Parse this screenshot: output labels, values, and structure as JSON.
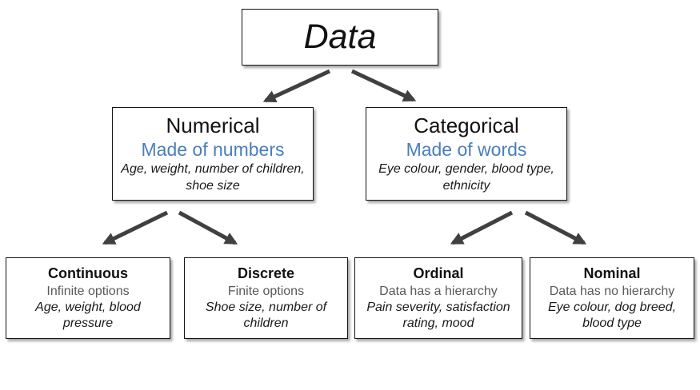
{
  "diagram": {
    "title_node": {
      "label": "Data"
    },
    "colors": {
      "accent_blue": "#4a7ebb",
      "subtitle_gray": "#595959",
      "arrow": "#404040",
      "border": "#151515",
      "background": "#ffffff"
    },
    "level2": [
      {
        "id": "numerical",
        "title": "Numerical",
        "subtitle": "Made of numbers",
        "examples": "Age, weight, number of children, shoe size"
      },
      {
        "id": "categorical",
        "title": "Categorical",
        "subtitle": "Made of words",
        "examples": "Eye colour, gender, blood type, ethnicity"
      }
    ],
    "level3": [
      {
        "id": "continuous",
        "title": "Continuous",
        "subtitle": "Infinite options",
        "examples": "Age, weight, blood pressure"
      },
      {
        "id": "discrete",
        "title": "Discrete",
        "subtitle": "Finite options",
        "examples": "Shoe size, number of children"
      },
      {
        "id": "ordinal",
        "title": "Ordinal",
        "subtitle": "Data has a hierarchy",
        "examples": "Pain severity, satisfaction rating, mood"
      },
      {
        "id": "nominal",
        "title": "Nominal",
        "subtitle": "Data has no hierarchy",
        "examples": "Eye colour, dog breed, blood type"
      }
    ],
    "edges": [
      {
        "from": "data",
        "to": "numerical"
      },
      {
        "from": "data",
        "to": "categorical"
      },
      {
        "from": "numerical",
        "to": "continuous"
      },
      {
        "from": "numerical",
        "to": "discrete"
      },
      {
        "from": "categorical",
        "to": "ordinal"
      },
      {
        "from": "categorical",
        "to": "nominal"
      }
    ]
  }
}
